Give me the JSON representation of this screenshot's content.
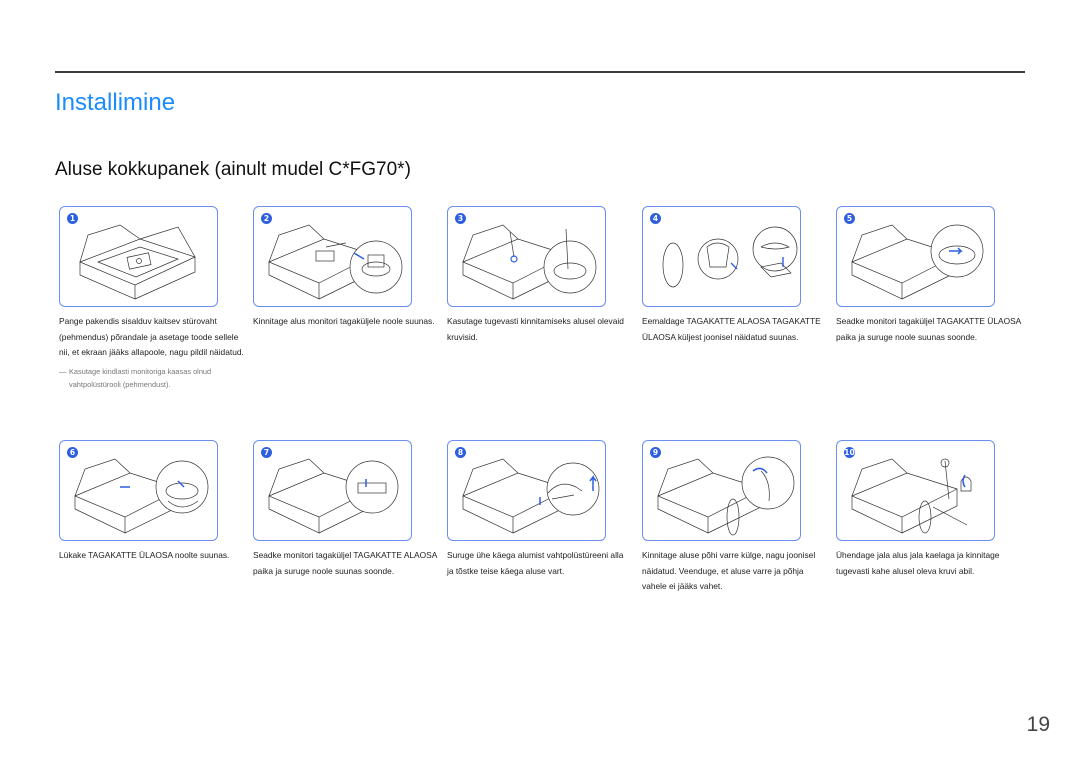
{
  "header": {
    "title": "Installimine",
    "subtitle": "Aluse kokkupanek (ainult mudel C*FG70*)"
  },
  "steps": [
    {
      "number": "1",
      "text": "Pange pakendis sisalduv kaitsev stürovaht (pehmendus) põrandale ja asetage toode sellele nii, et ekraan jääks allapoole, nagu pildil näidatud.",
      "note": "Kasutage kindlasti monitoriga kaasas olnud vahtpolüstürooli (pehmendust)."
    },
    {
      "number": "2",
      "text": "Kinnitage alus monitori tagaküljele noole suunas."
    },
    {
      "number": "3",
      "text": "Kasutage tugevasti kinnitamiseks alusel olevaid kruvisid."
    },
    {
      "number": "4",
      "text": "Eemaldage TAGAKATTE ALAOSA TAGAKATTE ÜLAOSA küljest joonisel näidatud suunas."
    },
    {
      "number": "5",
      "text": "Seadke monitori tagaküljel TAGAKATTE ÜLAOSA paika ja suruge noole suunas soonde."
    },
    {
      "number": "6",
      "text": "Lükake TAGAKATTE ÜLAOSA noolte suunas."
    },
    {
      "number": "7",
      "text": "Seadke monitori tagaküljel TAGAKATTE ALAOSA paika ja suruge noole suunas soonde."
    },
    {
      "number": "8",
      "text": "Suruge ühe käega alumist vahtpolüstüreeni alla ja tõstke teise käega aluse vart."
    },
    {
      "number": "9",
      "text": "Kinnitage aluse põhi varre külge, nagu joonisel näidatud. Veenduge, et aluse varre ja põhja vahele ei jääks vahet."
    },
    {
      "number": "10",
      "text": "Ühendage jala alus jala kaelaga ja kinnitage tugevasti kahe alusel oleva kruvi abil."
    }
  ],
  "page_number": "19"
}
